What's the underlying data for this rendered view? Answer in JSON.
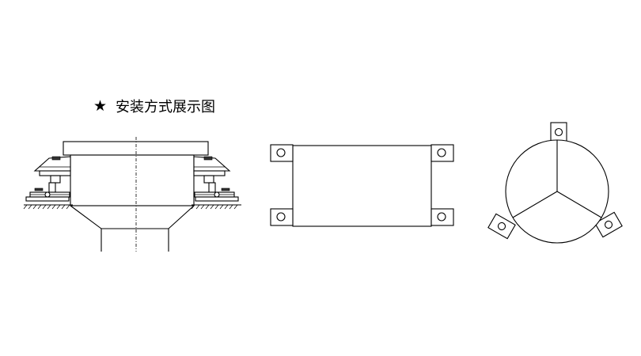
{
  "title": {
    "marker": "★",
    "text": "安装方式展示图"
  },
  "views": [
    {
      "name": "side-view-hopper"
    },
    {
      "name": "top-view-rectangular"
    },
    {
      "name": "top-view-circular"
    }
  ]
}
